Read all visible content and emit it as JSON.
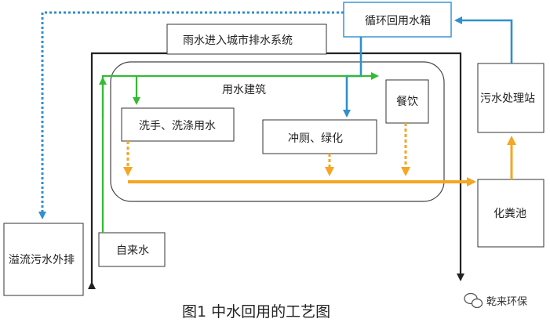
{
  "colors": {
    "blue": "#2f8fd0",
    "green": "#33bb33",
    "orange": "#f5a623",
    "black": "#222222"
  },
  "nodes": {
    "recycle_tank": "循环回用水箱",
    "rain_system": "雨水进入城市排水系统",
    "building": "用水建筑",
    "handwash": "洗手、洗涤用水",
    "toilet_green": "冲厕、绿化",
    "dining": "餐饮",
    "sewage_station": "污水处理站",
    "septic_tank": "化粪池",
    "overflow": "溢流污水外排",
    "tap_water": "自来水"
  },
  "caption": "图1 中水回用的工艺图",
  "watermark": "乾来环保",
  "icons": {
    "watermark_logo": "wechat-bubble-icon"
  }
}
